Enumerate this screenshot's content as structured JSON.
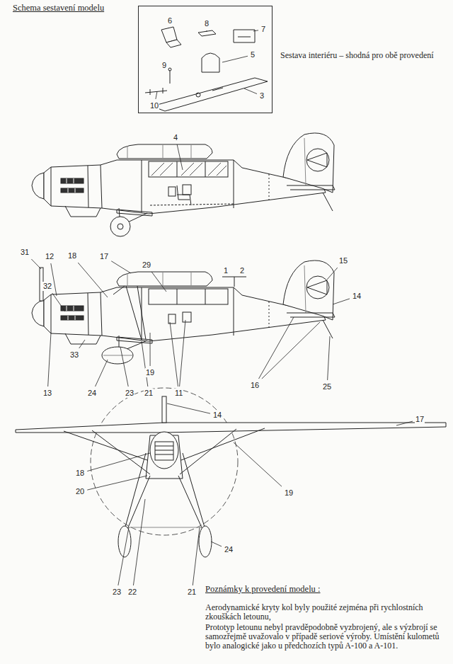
{
  "diagram": {
    "title": "Schema sestavení modelu",
    "nodes": [
      {
        "text": [
          "6",
          "8",
          "7",
          "5",
          "9",
          "10",
          "3"
        ]
      }
    ],
    "labels": [
      "Sestava interiéru – shodná pro obě provedení",
      "4",
      "31",
      "12",
      "18",
      "17",
      "29",
      "1",
      "2",
      "15",
      "14",
      "32",
      "33",
      "13",
      "24",
      "23",
      "21",
      "19",
      "11",
      "16",
      "25",
      "14",
      "17",
      "18",
      "20",
      "19",
      "24",
      "23",
      "22",
      "21",
      "Poznámky k provedení modelu :",
      "Aerodynamické kryty kol byly použité zejména při rychlostních zkouškách letounu,",
      "Prototyp letounu nebyl pravděpodobně vyzbrojený, ale s výzbrojí se samozřejmě uvažovalo v případě seriové výroby. Umístění kulometů bylo analogické jako u předchozích typů A-100 a A-101."
    ]
  }
}
